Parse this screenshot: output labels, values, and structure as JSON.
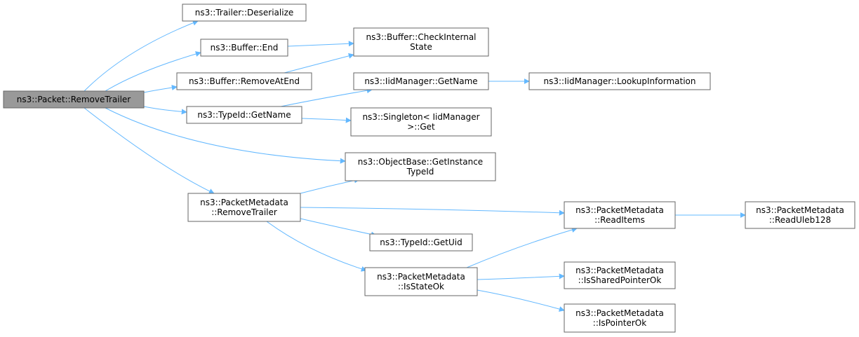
{
  "graph": {
    "edge_color": "#63b8ff",
    "root_fill": "#999999",
    "node_fill": "#ffffff",
    "node_border": "#666666",
    "nodes": {
      "root": [
        "ns3::Packet::RemoveTrailer"
      ],
      "trailer_deserialize": [
        "ns3::Trailer::Deserialize"
      ],
      "buffer_end": [
        "ns3::Buffer::End"
      ],
      "buffer_check": [
        "ns3::Buffer::CheckInternal",
        "State"
      ],
      "buffer_removeatend": [
        "ns3::Buffer::RemoveAtEnd"
      ],
      "iid_getname": [
        "ns3::IidManager::GetName"
      ],
      "iid_lookup": [
        "ns3::IidManager::LookupInformation"
      ],
      "typeid_getname": [
        "ns3::TypeId::GetName"
      ],
      "singleton_get": [
        "ns3::Singleton< IidManager",
        ">::Get"
      ],
      "objectbase_get": [
        "ns3::ObjectBase::GetInstance",
        "TypeId"
      ],
      "pm_removetrailer": [
        "ns3::PacketMetadata",
        "::RemoveTrailer"
      ],
      "pm_readitems": [
        "ns3::PacketMetadata",
        "::ReadItems"
      ],
      "pm_readuleb": [
        "ns3::PacketMetadata",
        "::ReadUleb128"
      ],
      "typeid_getuid": [
        "ns3::TypeId::GetUid"
      ],
      "pm_isstateok": [
        "ns3::PacketMetadata",
        "::IsStateOk"
      ],
      "pm_issharedptr": [
        "ns3::PacketMetadata",
        "::IsSharedPointerOk"
      ],
      "pm_isptr": [
        "ns3::PacketMetadata",
        "::IsPointerOk"
      ]
    },
    "edges": [
      [
        "root",
        "trailer_deserialize"
      ],
      [
        "root",
        "buffer_end"
      ],
      [
        "root",
        "buffer_removeatend"
      ],
      [
        "root",
        "typeid_getname"
      ],
      [
        "root",
        "objectbase_get"
      ],
      [
        "root",
        "pm_removetrailer"
      ],
      [
        "buffer_end",
        "buffer_check"
      ],
      [
        "buffer_removeatend",
        "buffer_check"
      ],
      [
        "typeid_getname",
        "iid_getname"
      ],
      [
        "typeid_getname",
        "singleton_get"
      ],
      [
        "iid_getname",
        "iid_lookup"
      ],
      [
        "pm_removetrailer",
        "objectbase_get"
      ],
      [
        "pm_removetrailer",
        "pm_readitems"
      ],
      [
        "pm_removetrailer",
        "typeid_getuid"
      ],
      [
        "pm_removetrailer",
        "pm_isstateok"
      ],
      [
        "pm_readitems",
        "pm_readuleb"
      ],
      [
        "pm_isstateok",
        "pm_readitems"
      ],
      [
        "pm_isstateok",
        "pm_issharedptr"
      ],
      [
        "pm_isstateok",
        "pm_isptr"
      ]
    ]
  }
}
